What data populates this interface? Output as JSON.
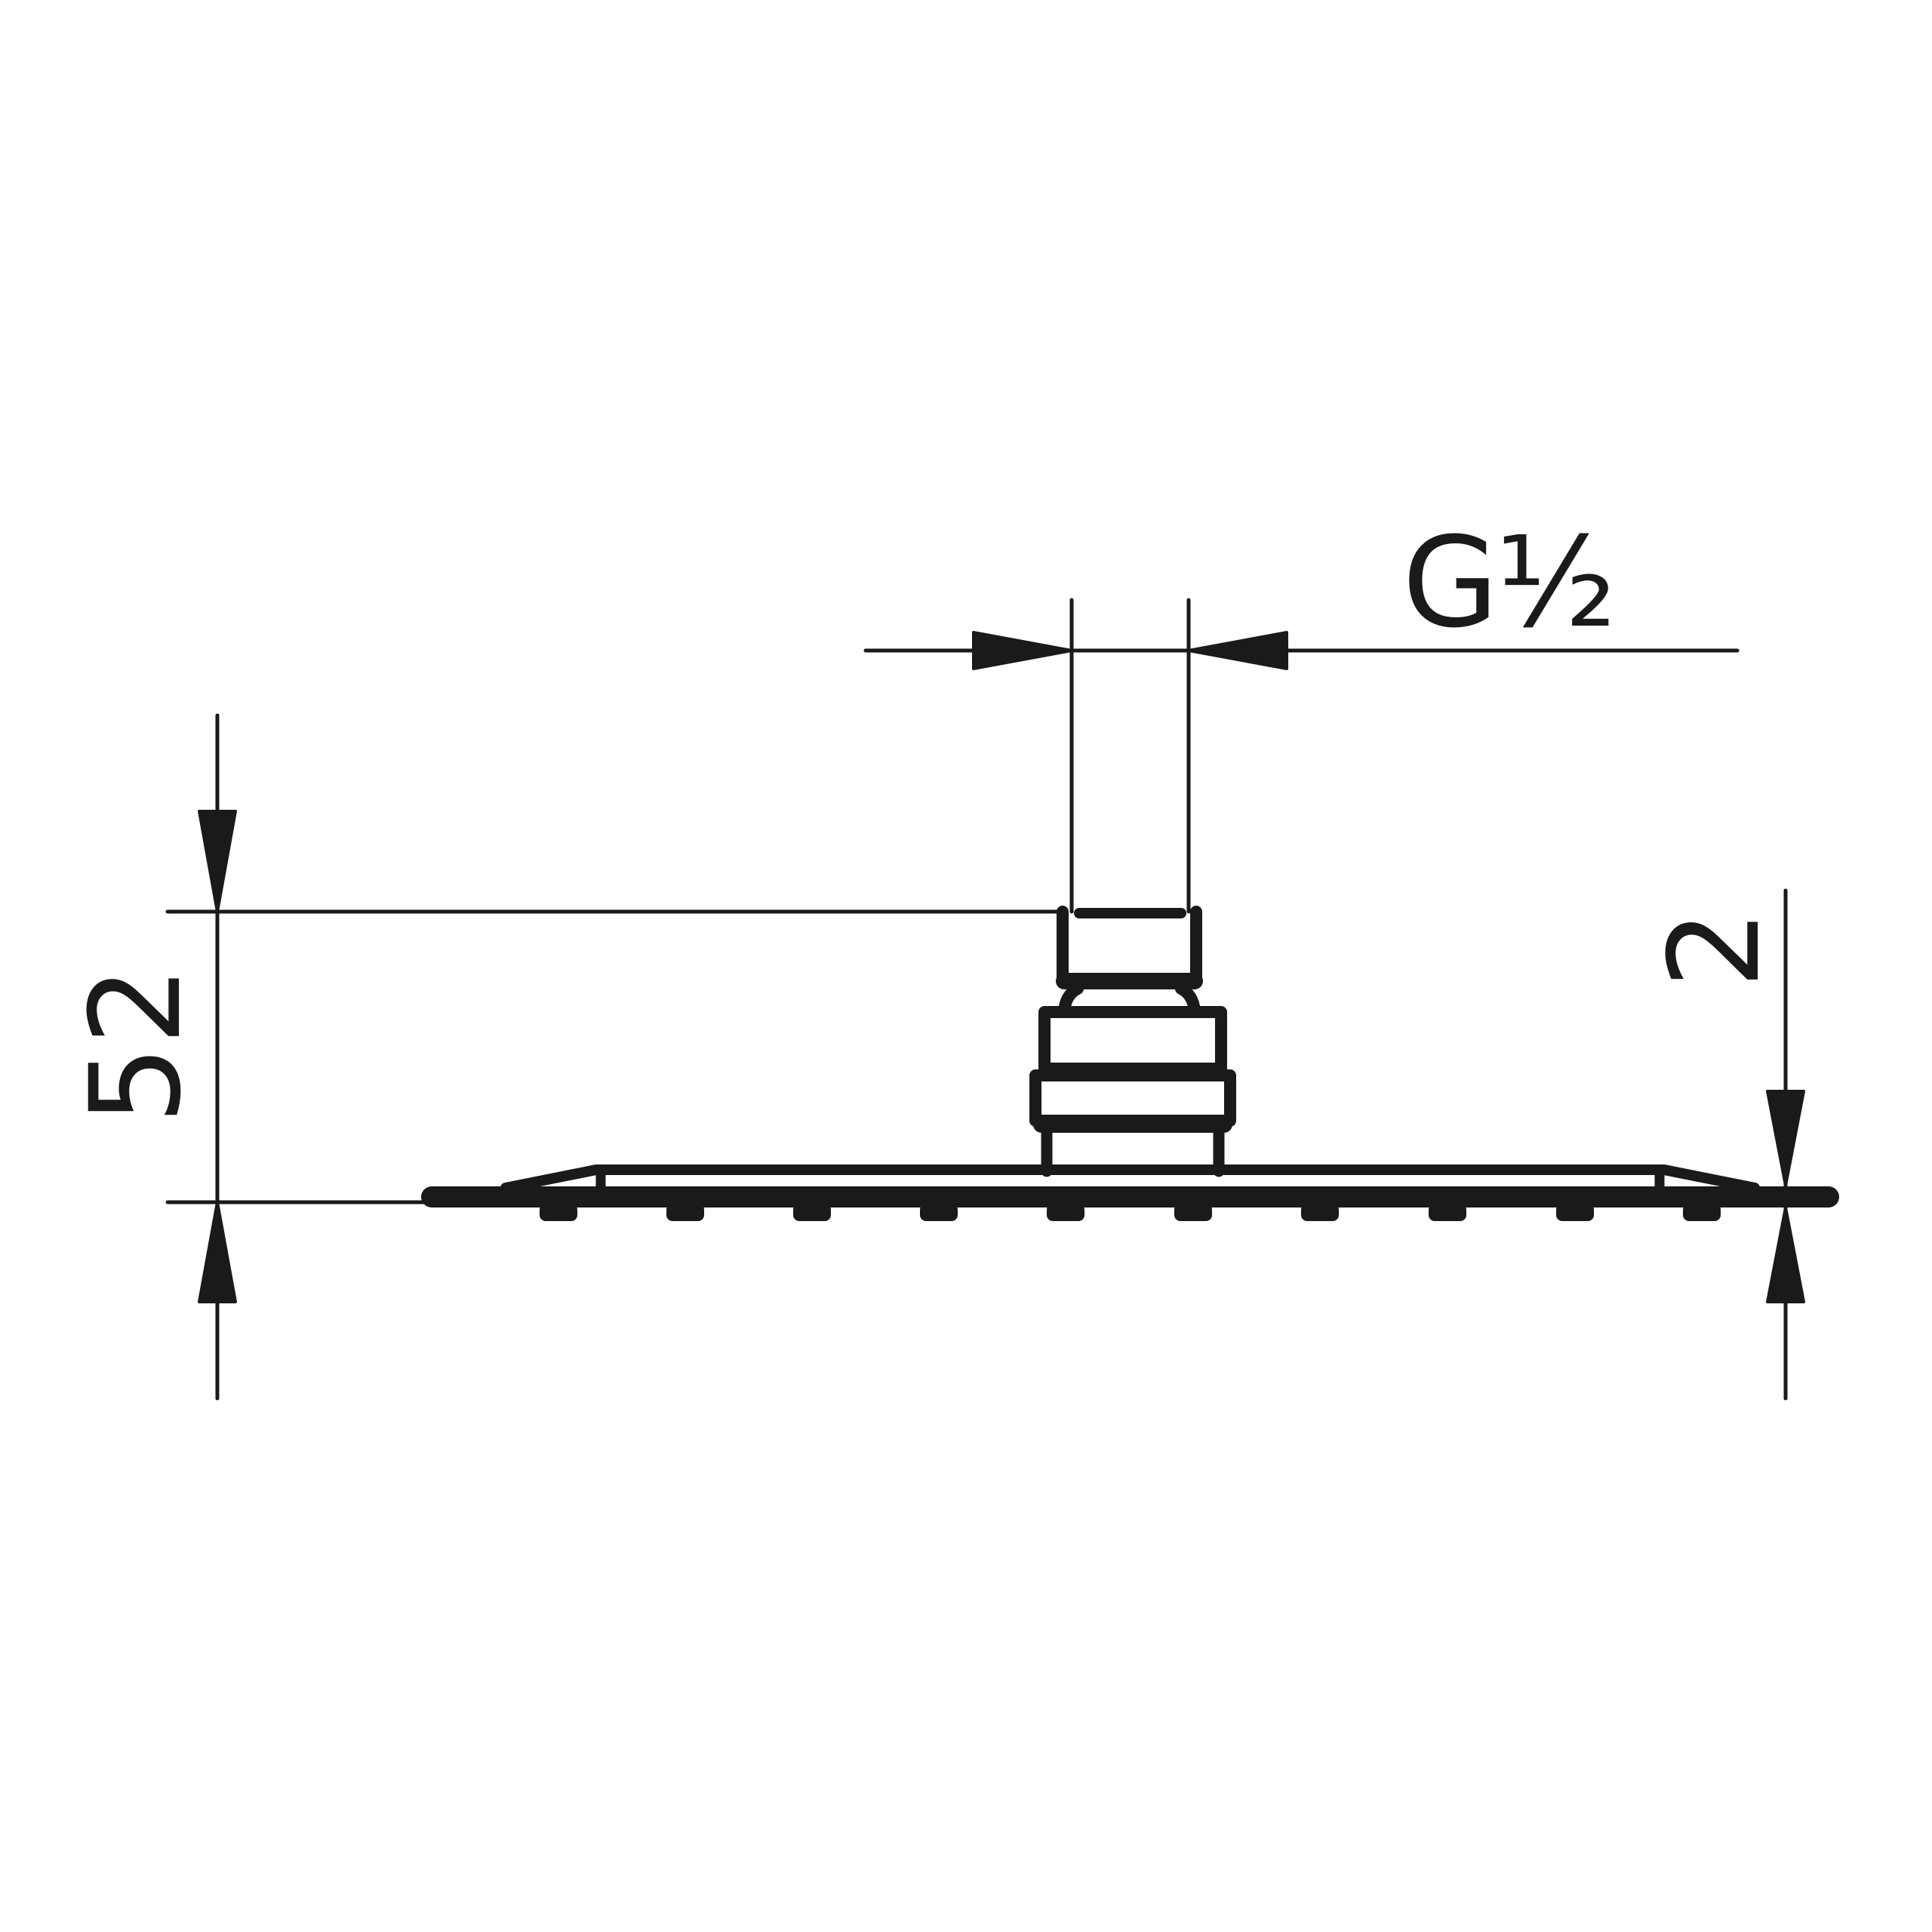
{
  "drawing": {
    "subject": "Shower head side view",
    "line_color": "#1a1a1a",
    "background": "#ffffff"
  },
  "dimensions": {
    "thread": {
      "label": "G½",
      "orientation": "horizontal"
    },
    "height": {
      "label": "52",
      "orientation": "vertical"
    },
    "plate_thickness": {
      "label": "2",
      "orientation": "vertical"
    }
  },
  "nozzles": {
    "count": 10
  }
}
